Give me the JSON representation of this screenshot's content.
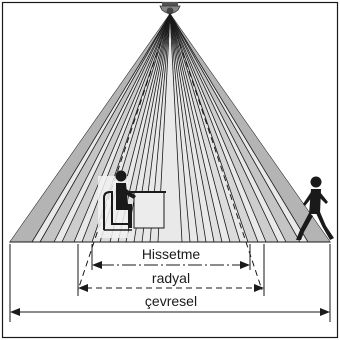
{
  "labels": {
    "detection": "Hissetme",
    "radial": "radyal",
    "tangential": "çevresel"
  },
  "icons": {
    "sensor": "ceiling-motion-sensor-icon",
    "seated_person": "person-at-desk-icon",
    "walking_person": "walking-person-icon"
  },
  "colors": {
    "frame": "#1a1a1a",
    "beam_dark": "#b4b4b4",
    "beam_light": "#e6e6e6",
    "lines": "#1a1a1a"
  }
}
